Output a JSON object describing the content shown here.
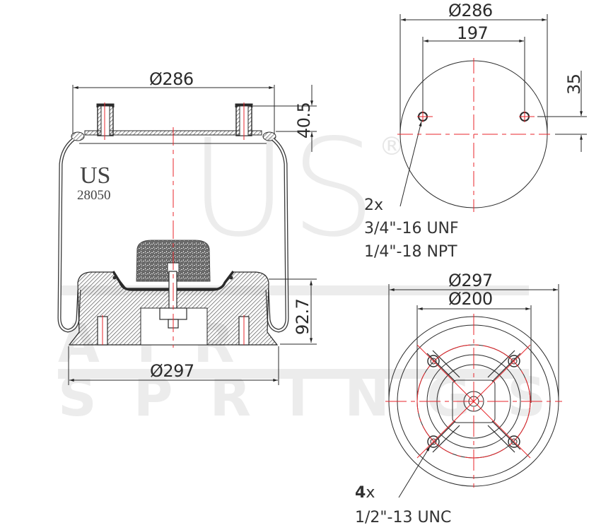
{
  "watermark": {
    "logo_text": "US",
    "registered_mark": "®",
    "tagline": "AIR SPRINGS"
  },
  "side_view": {
    "brand_label": "US",
    "part_number": "28050",
    "dimensions": {
      "top_plate_diameter": "Ø286",
      "stud_height": "40.5",
      "piston_height": "92.7",
      "piston_diameter": "Ø297"
    }
  },
  "top_view": {
    "dimensions": {
      "plate_diameter": "Ø286",
      "stud_spacing": "197",
      "stud_offset": "35"
    },
    "callout": {
      "quantity": "2x",
      "thread_1": "3/4\"-16 UNF",
      "thread_2": "1/4\"-18 NPT"
    }
  },
  "bottom_view": {
    "dimensions": {
      "outer_diameter": "Ø297",
      "bolt_circle_diameter": "Ø200"
    },
    "callout": {
      "quantity_number": "4",
      "quantity_suffix": "x",
      "thread": "1/2\"-13 UNC"
    }
  },
  "colors": {
    "line": "#2a2a2a",
    "centerline": "#e8262b",
    "watermark": "#ececec",
    "hatch": "#555555"
  }
}
